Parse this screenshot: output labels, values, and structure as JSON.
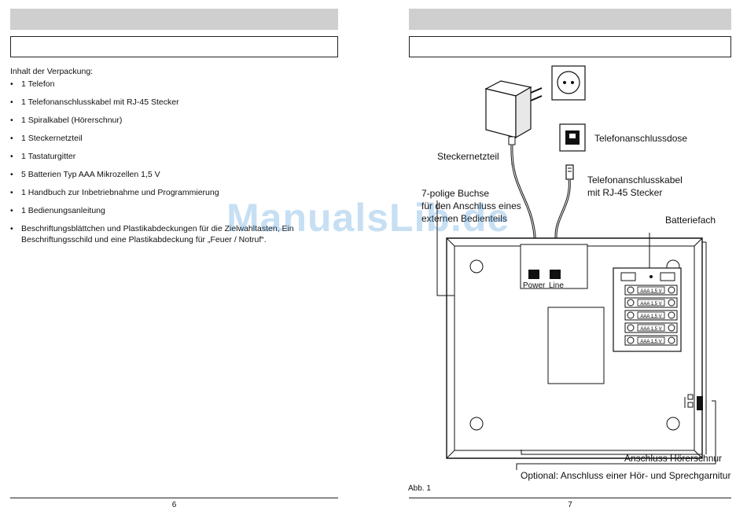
{
  "left_page": {
    "intro": "Inhalt der Verpackung:",
    "items": [
      "1 Telefon",
      "1 Telefonanschlusskabel mit RJ-45 Stecker",
      "1 Spiralkabel (Hörerschnur)",
      "1 Steckernetzteil",
      "1 Tastaturgitter",
      "5 Batterien Typ AAA Mikrozellen 1,5 V",
      "1 Handbuch zur Inbetriebnahme und Programmierung",
      "1 Bedienungsanleitung",
      "Beschriftungsblättchen und Plastikabdeckungen für die Zielwahltasten, Ein Beschriftungsschild und eine Plastikabdeckung für „Feuer / Notruf“."
    ],
    "bullet": "•",
    "page_number": "6"
  },
  "right_page": {
    "labels": {
      "steckernetzteil": "Steckernetzteil",
      "telefonanschlussdose": "Telefonanschlussdose",
      "kabel_line1": "Telefonanschlusskabel",
      "kabel_line2": "mit RJ-45 Stecker",
      "buchse_line1": "7-polige Buchse",
      "buchse_line2": "für den Anschluss eines",
      "buchse_line3": "externen Bedienteils",
      "batteriefach": "Batteriefach",
      "power": "Power",
      "line": "Line",
      "battery": "AAA 1,5 V",
      "hoererschnur": "Anschluss Hörerschnur",
      "optional": "Optional: Anschluss einer Hör- und Sprechgarnitur",
      "figure_caption": "Abb. 1"
    },
    "page_number": "7"
  },
  "watermark": "ManualsLib.de",
  "colors": {
    "header_bar": "#cfcfcf",
    "watermark": "#3a8fd6"
  }
}
